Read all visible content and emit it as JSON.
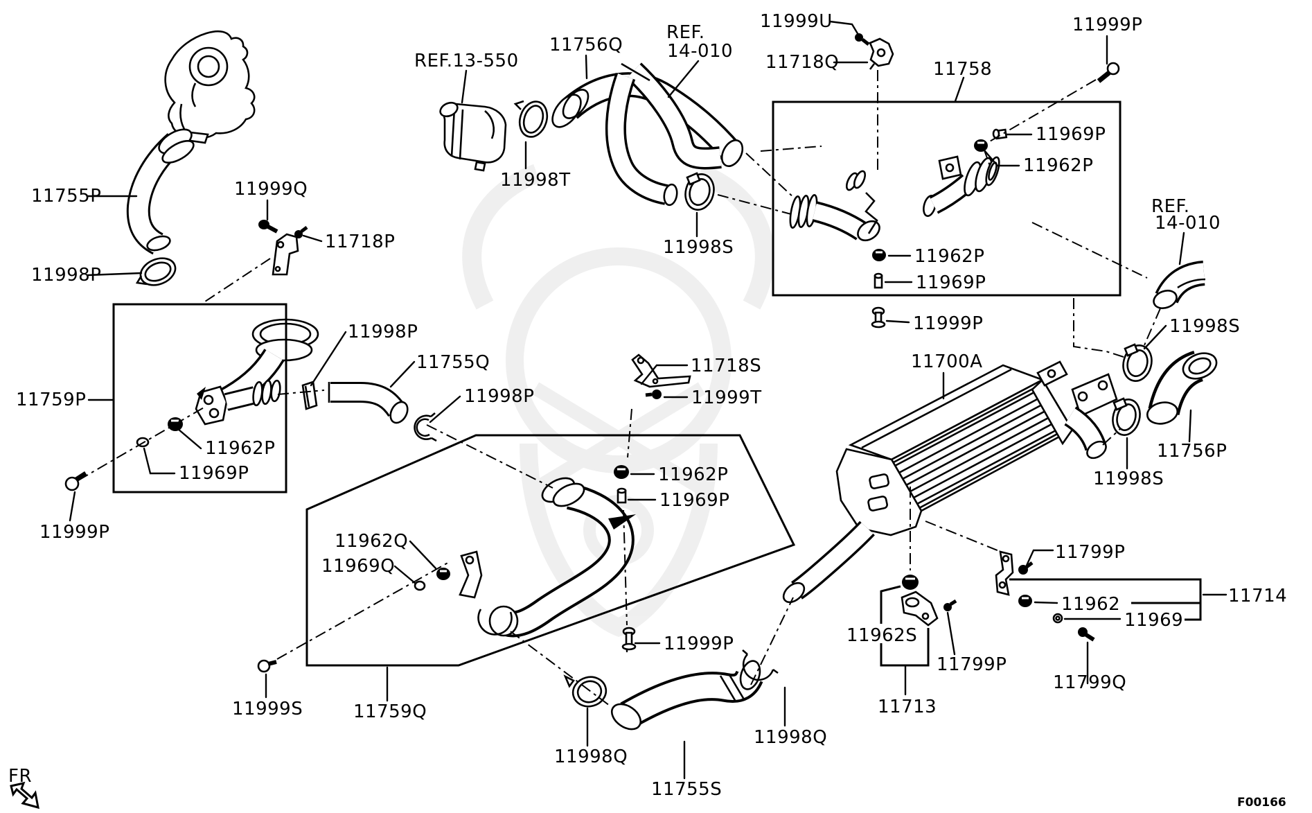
{
  "figure": {
    "code": "F00166",
    "direction_label": "FR"
  },
  "callouts": [
    {
      "id": "ref-13-550",
      "text": "REF.13-550"
    },
    {
      "id": "11756Q",
      "text": "11756Q"
    },
    {
      "id": "ref-14-010-top-line1",
      "text": "REF."
    },
    {
      "id": "ref-14-010-top-line2",
      "text": "14-010"
    },
    {
      "id": "11999U",
      "text": "11999U"
    },
    {
      "id": "11718Q",
      "text": "11718Q"
    },
    {
      "id": "11758",
      "text": "11758"
    },
    {
      "id": "11999P-topright",
      "text": "11999P"
    },
    {
      "id": "11969P-topright",
      "text": "11969P"
    },
    {
      "id": "11962P-topright",
      "text": "11962P"
    },
    {
      "id": "ref-14-010-right-line1",
      "text": "REF."
    },
    {
      "id": "ref-14-010-right-line2",
      "text": "14-010"
    },
    {
      "id": "11755P",
      "text": "11755P"
    },
    {
      "id": "11999Q",
      "text": "11999Q"
    },
    {
      "id": "11718P",
      "text": "11718P"
    },
    {
      "id": "11998P-turbo",
      "text": "11998P"
    },
    {
      "id": "11998T",
      "text": "11998T"
    },
    {
      "id": "11998S-top",
      "text": "11998S"
    },
    {
      "id": "11998P-band",
      "text": "11998P"
    },
    {
      "id": "11755Q",
      "text": "11755Q"
    },
    {
      "id": "11998P-cring",
      "text": "11998P"
    },
    {
      "id": "11718S",
      "text": "11718S"
    },
    {
      "id": "11999T",
      "text": "11999T"
    },
    {
      "id": "11759P",
      "text": "11759P"
    },
    {
      "id": "11962P-leftbox",
      "text": "11962P"
    },
    {
      "id": "11969P-leftbox",
      "text": "11969P"
    },
    {
      "id": "11999P-left",
      "text": "11999P"
    },
    {
      "id": "11962P-rightbox",
      "text": "11962P"
    },
    {
      "id": "11969P-rightbox",
      "text": "11969P"
    },
    {
      "id": "11999P-rightbox",
      "text": "11999P"
    },
    {
      "id": "11700A",
      "text": "11700A"
    },
    {
      "id": "11998S-right-upper",
      "text": "11998S"
    },
    {
      "id": "11962P-middle",
      "text": "11962P"
    },
    {
      "id": "11969P-middle",
      "text": "11969P"
    },
    {
      "id": "11962Q",
      "text": "11962Q"
    },
    {
      "id": "11969Q",
      "text": "11969Q"
    },
    {
      "id": "11756P",
      "text": "11756P"
    },
    {
      "id": "11998S-right-lower",
      "text": "11998S"
    },
    {
      "id": "11799P-1",
      "text": "11799P"
    },
    {
      "id": "11714",
      "text": "11714"
    },
    {
      "id": "11962",
      "text": "11962"
    },
    {
      "id": "11969",
      "text": "11969"
    },
    {
      "id": "11962S",
      "text": "11962S"
    },
    {
      "id": "11799P-2",
      "text": "11799P"
    },
    {
      "id": "11799Q",
      "text": "11799Q"
    },
    {
      "id": "11713",
      "text": "11713"
    },
    {
      "id": "11999P-bottom",
      "text": "11999P"
    },
    {
      "id": "11999S",
      "text": "11999S"
    },
    {
      "id": "11759Q",
      "text": "11759Q"
    },
    {
      "id": "11998Q-left",
      "text": "11998Q"
    },
    {
      "id": "11755S",
      "text": "11755S"
    },
    {
      "id": "11998Q-right",
      "text": "11998Q"
    },
    {
      "id": "fr",
      "text": "FR"
    },
    {
      "id": "figure-code",
      "text": "F00166"
    }
  ]
}
